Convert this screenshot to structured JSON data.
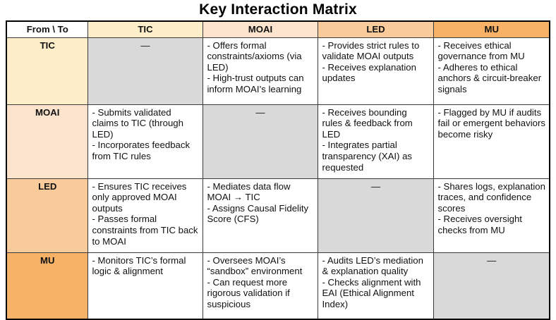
{
  "title": "Key Interaction Matrix",
  "table": {
    "corner_label": "From \\ To",
    "columns": [
      {
        "label": "TIC",
        "color": "#fdedc9"
      },
      {
        "label": "MOAI",
        "color": "#fbe3cd"
      },
      {
        "label": "LED",
        "color": "#f9cb9b"
      },
      {
        "label": "MU",
        "color": "#f7b268"
      }
    ],
    "diagonal_symbol": "—",
    "diagonal_color": "#d9d9d9",
    "rows": [
      {
        "label": "TIC",
        "color": "#fdedc9",
        "cells": [
          {
            "diagonal": true,
            "text": "—"
          },
          {
            "diagonal": false,
            "text": "- Offers formal constraints/axioms (via LED)\n- High-trust outputs can inform MOAI’s learning"
          },
          {
            "diagonal": false,
            "text": "- Provides strict rules to validate MOAI outputs\n- Receives explanation updates"
          },
          {
            "diagonal": false,
            "text": "- Receives ethical governance from MU\n- Adheres to ethical anchors & circuit-breaker signals"
          }
        ]
      },
      {
        "label": "MOAI",
        "color": "#fbe3cd",
        "cells": [
          {
            "diagonal": false,
            "text": "- Submits validated claims to TIC (through LED)\n- Incorporates feedback from TIC rules"
          },
          {
            "diagonal": true,
            "text": "—"
          },
          {
            "diagonal": false,
            "text": "- Receives bounding rules & feedback from LED\n- Integrates partial transparency (XAI) as requested"
          },
          {
            "diagonal": false,
            "text": "- Flagged by MU if audits fail or emergent behaviors become risky"
          }
        ]
      },
      {
        "label": "LED",
        "color": "#f9cb9b",
        "cells": [
          {
            "diagonal": false,
            "text": "- Ensures TIC receives only approved MOAI outputs\n- Passes formal constraints from TIC back to MOAI"
          },
          {
            "diagonal": false,
            "text": "- Mediates data flow MOAI → TIC\n- Assigns Causal Fidelity Score (CFS)"
          },
          {
            "diagonal": true,
            "text": "—"
          },
          {
            "diagonal": false,
            "text": "- Shares logs, explanation traces, and confidence scores\n- Receives oversight checks from MU"
          }
        ]
      },
      {
        "label": "MU",
        "color": "#f7b268",
        "cells": [
          {
            "diagonal": false,
            "text": "- Monitors TIC’s formal logic & alignment"
          },
          {
            "diagonal": false,
            "text": "- Oversees MOAI’s “sandbox” environment\n- Can request more rigorous validation if suspicious"
          },
          {
            "diagonal": false,
            "text": "- Audits LED’s mediation & explanation quality\n- Checks alignment with EAI (Ethical Alignment Index)"
          },
          {
            "diagonal": true,
            "text": "—"
          }
        ]
      }
    ]
  }
}
